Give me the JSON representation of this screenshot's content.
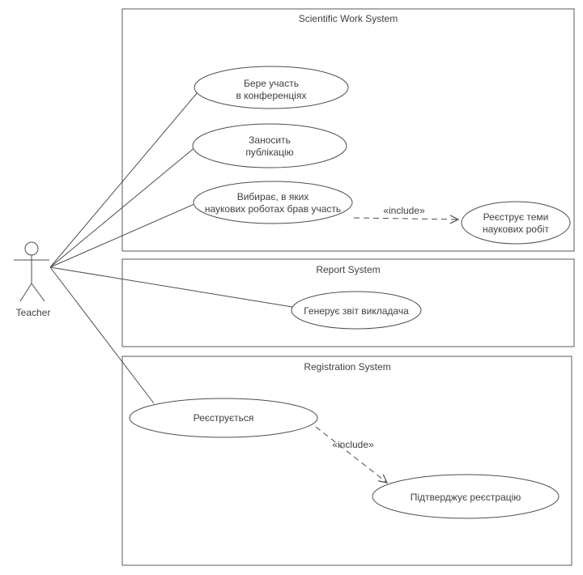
{
  "diagram": {
    "actor": {
      "label": "Teacher"
    },
    "systems": {
      "scientific_work": {
        "title": "Scientific Work System"
      },
      "report": {
        "title": "Report System"
      },
      "registration": {
        "title": "Registration System"
      }
    },
    "use_cases": {
      "attend_conferences": {
        "line1": "Бере участь",
        "line2": "в конференціях"
      },
      "add_publication": {
        "line1": "Заносить",
        "line2": "публікацію"
      },
      "select_scientific_works": {
        "line1": "Вибирає, в яких",
        "line2": "наукових роботах брав участь"
      },
      "register_topics": {
        "line1": "Реєструє теми",
        "line2": "наукових робіт"
      },
      "generate_teacher_report": {
        "label": "Генерує звіт викладача"
      },
      "register": {
        "label": "Реєструється"
      },
      "confirm_registration": {
        "label": "Підтверджує реєстрацію"
      }
    },
    "stereotypes": {
      "include_top": "«include»",
      "include_bottom": "«include»"
    },
    "colors": {
      "stroke": "#4d4d4d",
      "boundary_stroke": "#595959",
      "text": "#404040",
      "background": "#ffffff"
    }
  }
}
